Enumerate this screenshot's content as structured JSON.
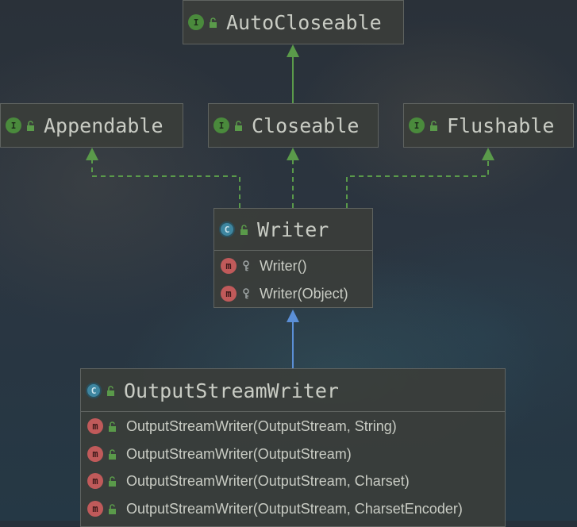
{
  "diagram": {
    "interfaces": {
      "autocloseable": {
        "name": "AutoCloseable",
        "kind": "I"
      },
      "appendable": {
        "name": "Appendable",
        "kind": "I"
      },
      "closeable": {
        "name": "Closeable",
        "kind": "I"
      },
      "flushable": {
        "name": "Flushable",
        "kind": "I"
      }
    },
    "classes": {
      "writer": {
        "name": "Writer",
        "kind": "C",
        "members": [
          {
            "kind": "m",
            "visibility": "protected",
            "signature": "Writer()"
          },
          {
            "kind": "m",
            "visibility": "protected",
            "signature": "Writer(Object)"
          }
        ]
      },
      "outputstreamwriter": {
        "name": "OutputStreamWriter",
        "kind": "C",
        "members": [
          {
            "kind": "m",
            "visibility": "public",
            "signature": "OutputStreamWriter(OutputStream, String)"
          },
          {
            "kind": "m",
            "visibility": "public",
            "signature": "OutputStreamWriter(OutputStream)"
          },
          {
            "kind": "m",
            "visibility": "public",
            "signature": "OutputStreamWriter(OutputStream, Charset)"
          },
          {
            "kind": "m",
            "visibility": "public",
            "signature": "OutputStreamWriter(OutputStream, CharsetEncoder)"
          }
        ]
      }
    },
    "relations": [
      {
        "from": "Closeable",
        "to": "AutoCloseable",
        "type": "extends"
      },
      {
        "from": "Writer",
        "to": "Appendable",
        "type": "implements"
      },
      {
        "from": "Writer",
        "to": "Closeable",
        "type": "implements"
      },
      {
        "from": "Writer",
        "to": "Flushable",
        "type": "implements"
      },
      {
        "from": "OutputStreamWriter",
        "to": "Writer",
        "type": "extends"
      }
    ],
    "colors": {
      "interface_arrow": "#5a9a4a",
      "class_arrow": "#5b8fd6",
      "node_fill": "#3a3d3a",
      "text": "#c9ccc4"
    }
  }
}
